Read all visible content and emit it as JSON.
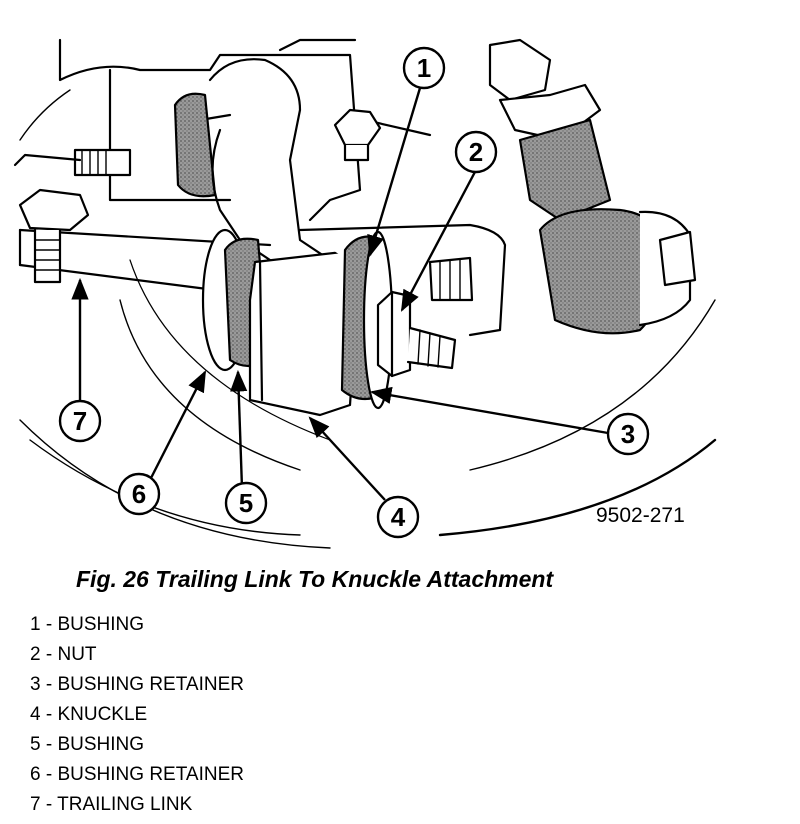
{
  "figure_number": "9502-271",
  "caption": "Fig. 26 Trailing Link To Knuckle Attachment",
  "callouts": [
    "1",
    "2",
    "3",
    "4",
    "5",
    "6",
    "7"
  ],
  "legend": [
    {
      "number": "1",
      "label": "BUSHING"
    },
    {
      "number": "2",
      "label": "NUT"
    },
    {
      "number": "3",
      "label": "BUSHING RETAINER"
    },
    {
      "number": "4",
      "label": "KNUCKLE"
    },
    {
      "number": "5",
      "label": "BUSHING"
    },
    {
      "number": "6",
      "label": "BUSHING RETAINER"
    },
    {
      "number": "7",
      "label": "TRAILING LINK"
    }
  ]
}
